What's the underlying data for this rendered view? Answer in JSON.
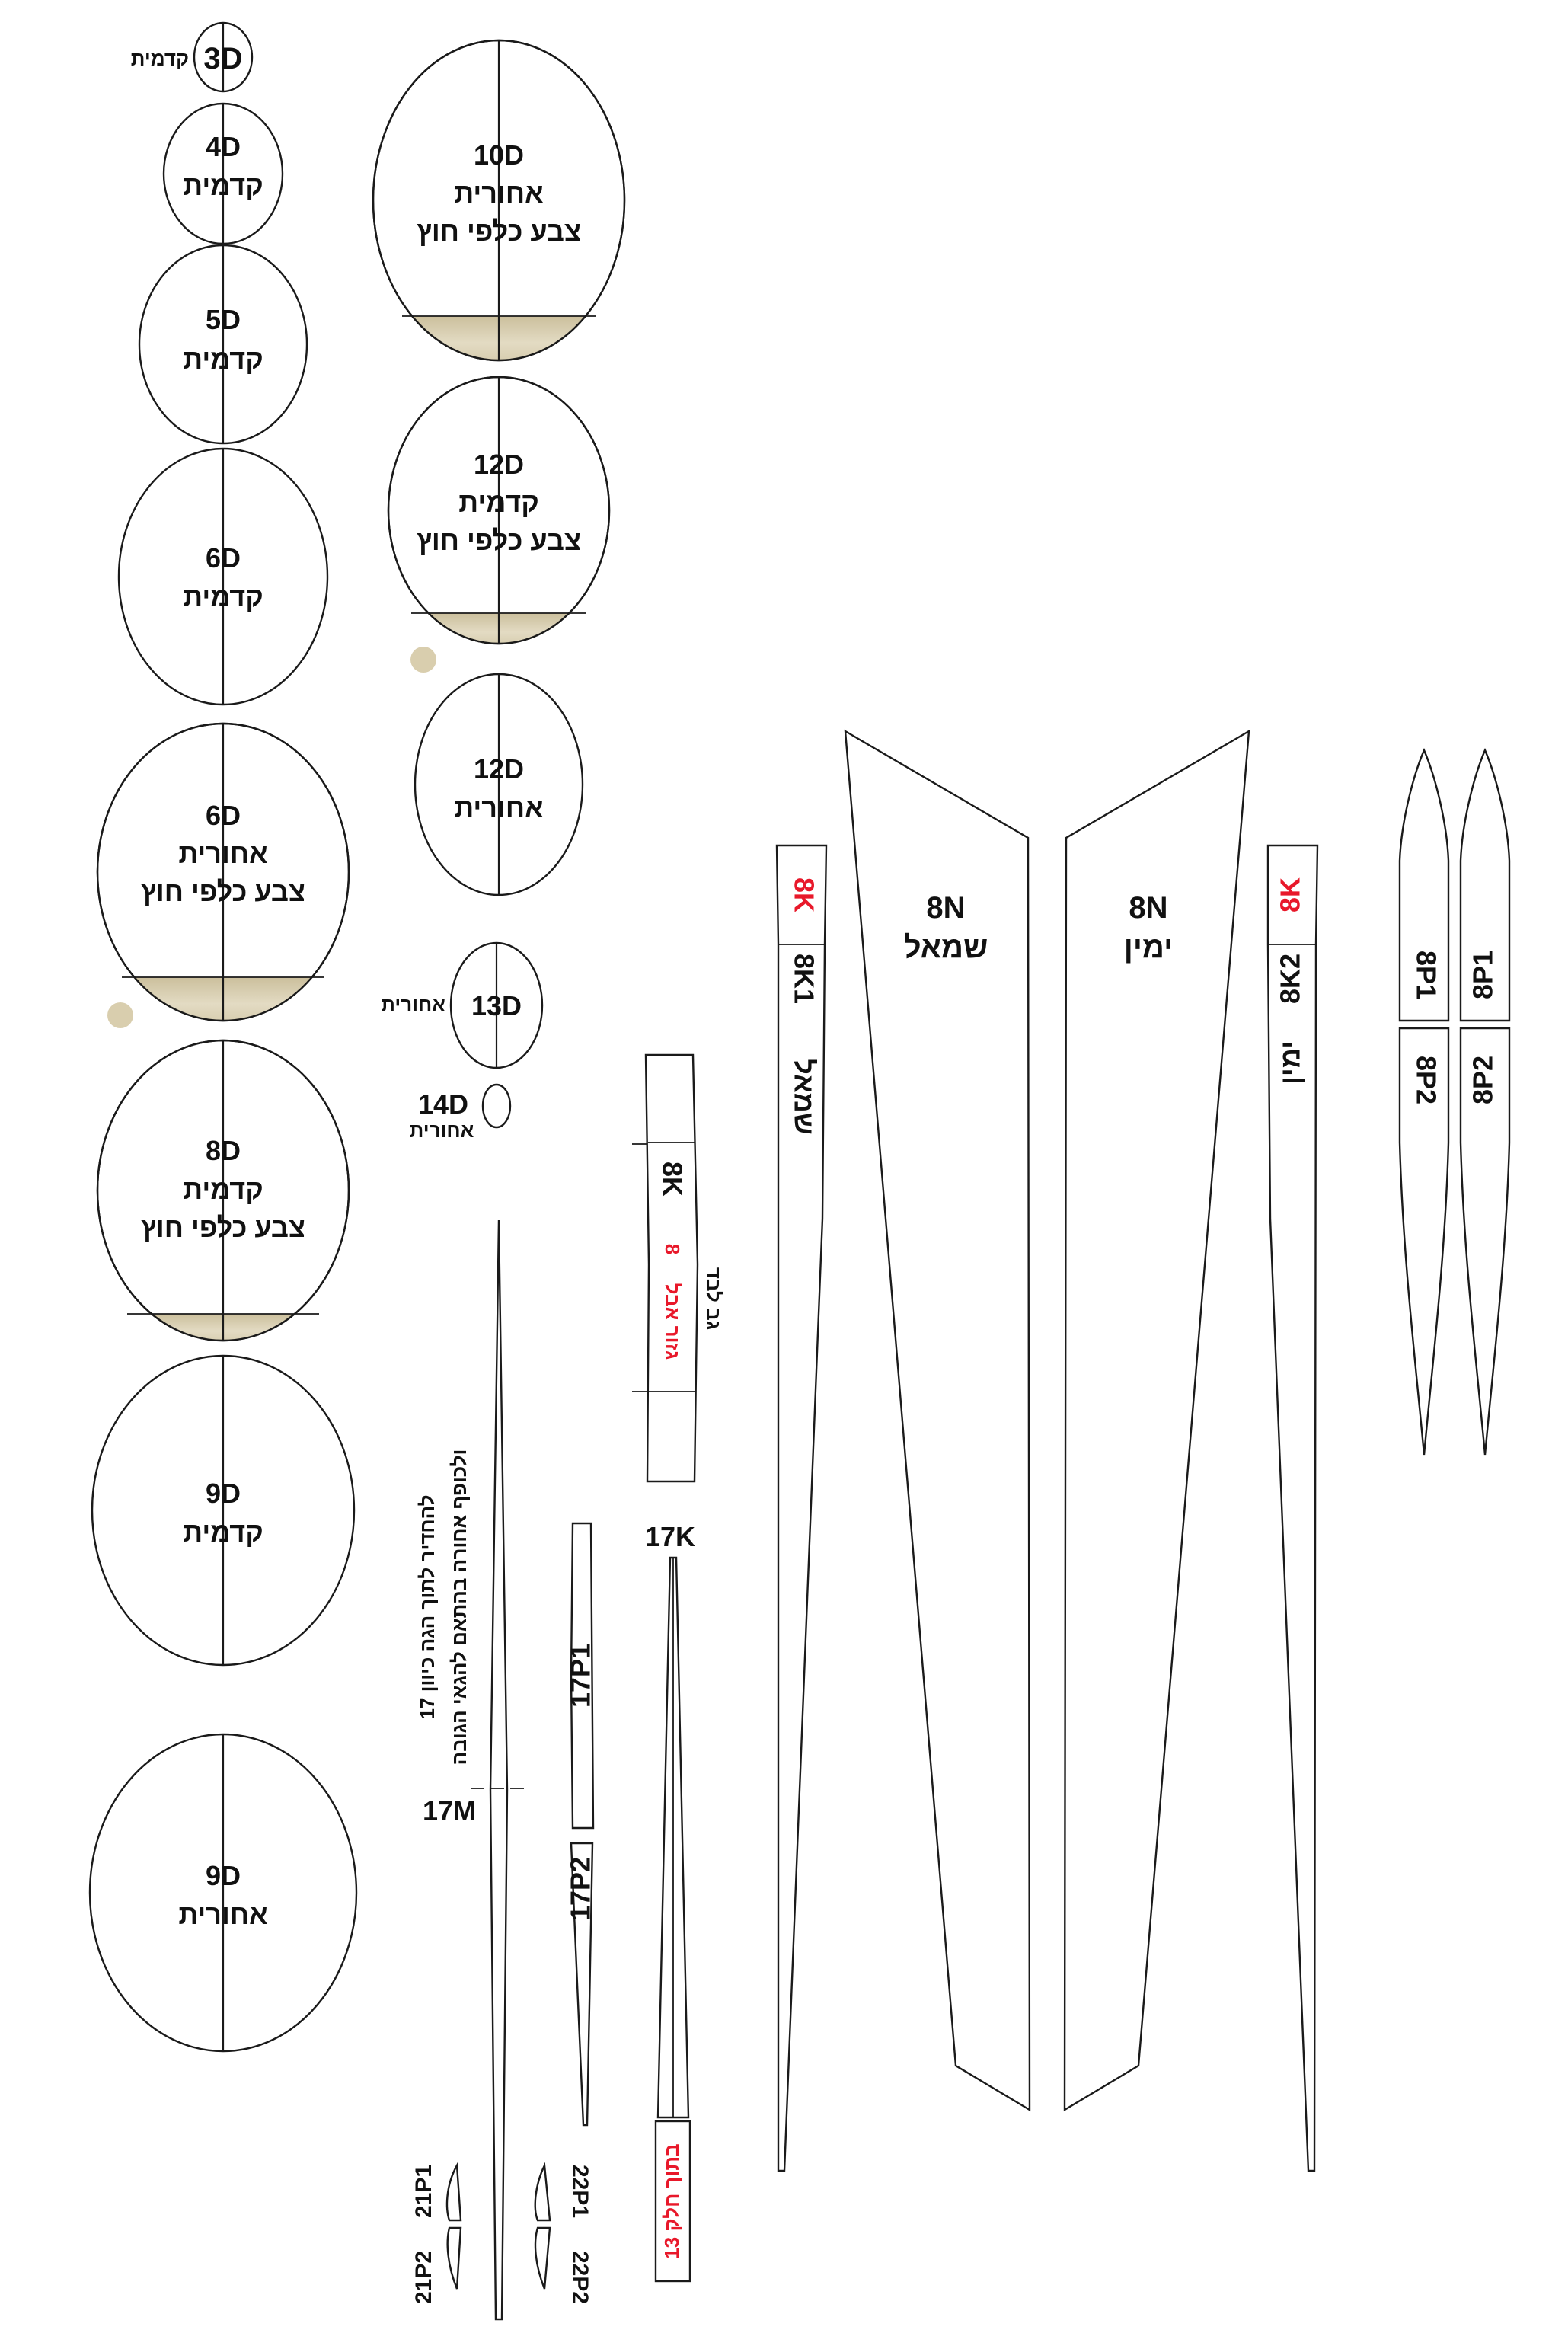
{
  "colors": {
    "outline": "#1a1a1a",
    "fill": "#ffffff",
    "texture": "#d8ceb0",
    "texture_dot": "#d9ceae",
    "label": "#111111",
    "accent": "#e8182a"
  },
  "words": {
    "front": "קדמית",
    "back": "אחורית",
    "paint_out": "צבע כלפי חוץ",
    "left": "שמאל",
    "right": "ימין"
  },
  "pieces": {
    "d3": "3D",
    "d4": "4D",
    "d5": "5D",
    "d6": "6D",
    "d8": "8D",
    "d9": "9D",
    "d10": "10D",
    "d12": "12D",
    "d13": "13D",
    "d14": "14D",
    "n8": "8N",
    "k8": "8K",
    "k81": "8K1",
    "k82": "8K2",
    "p81": "8P1",
    "p82": "8P2",
    "m17": "17M",
    "k17": "17K",
    "p171": "17P1",
    "p172": "17P2",
    "p211": "21P1",
    "p212": "21P2",
    "p221": "22P1",
    "p222": "22P2"
  },
  "notes": {
    "k8_digit": "8",
    "k8_red_text": "גזור אבל",
    "k8_black_text": "גב לבד",
    "inside_piece_13": "בתוך חלק 13",
    "m17_line1": "להחדיר לתוך הגה כיוון 17",
    "m17_line2": "ולכופף אחורה בהתאם להגאי הגובה"
  }
}
